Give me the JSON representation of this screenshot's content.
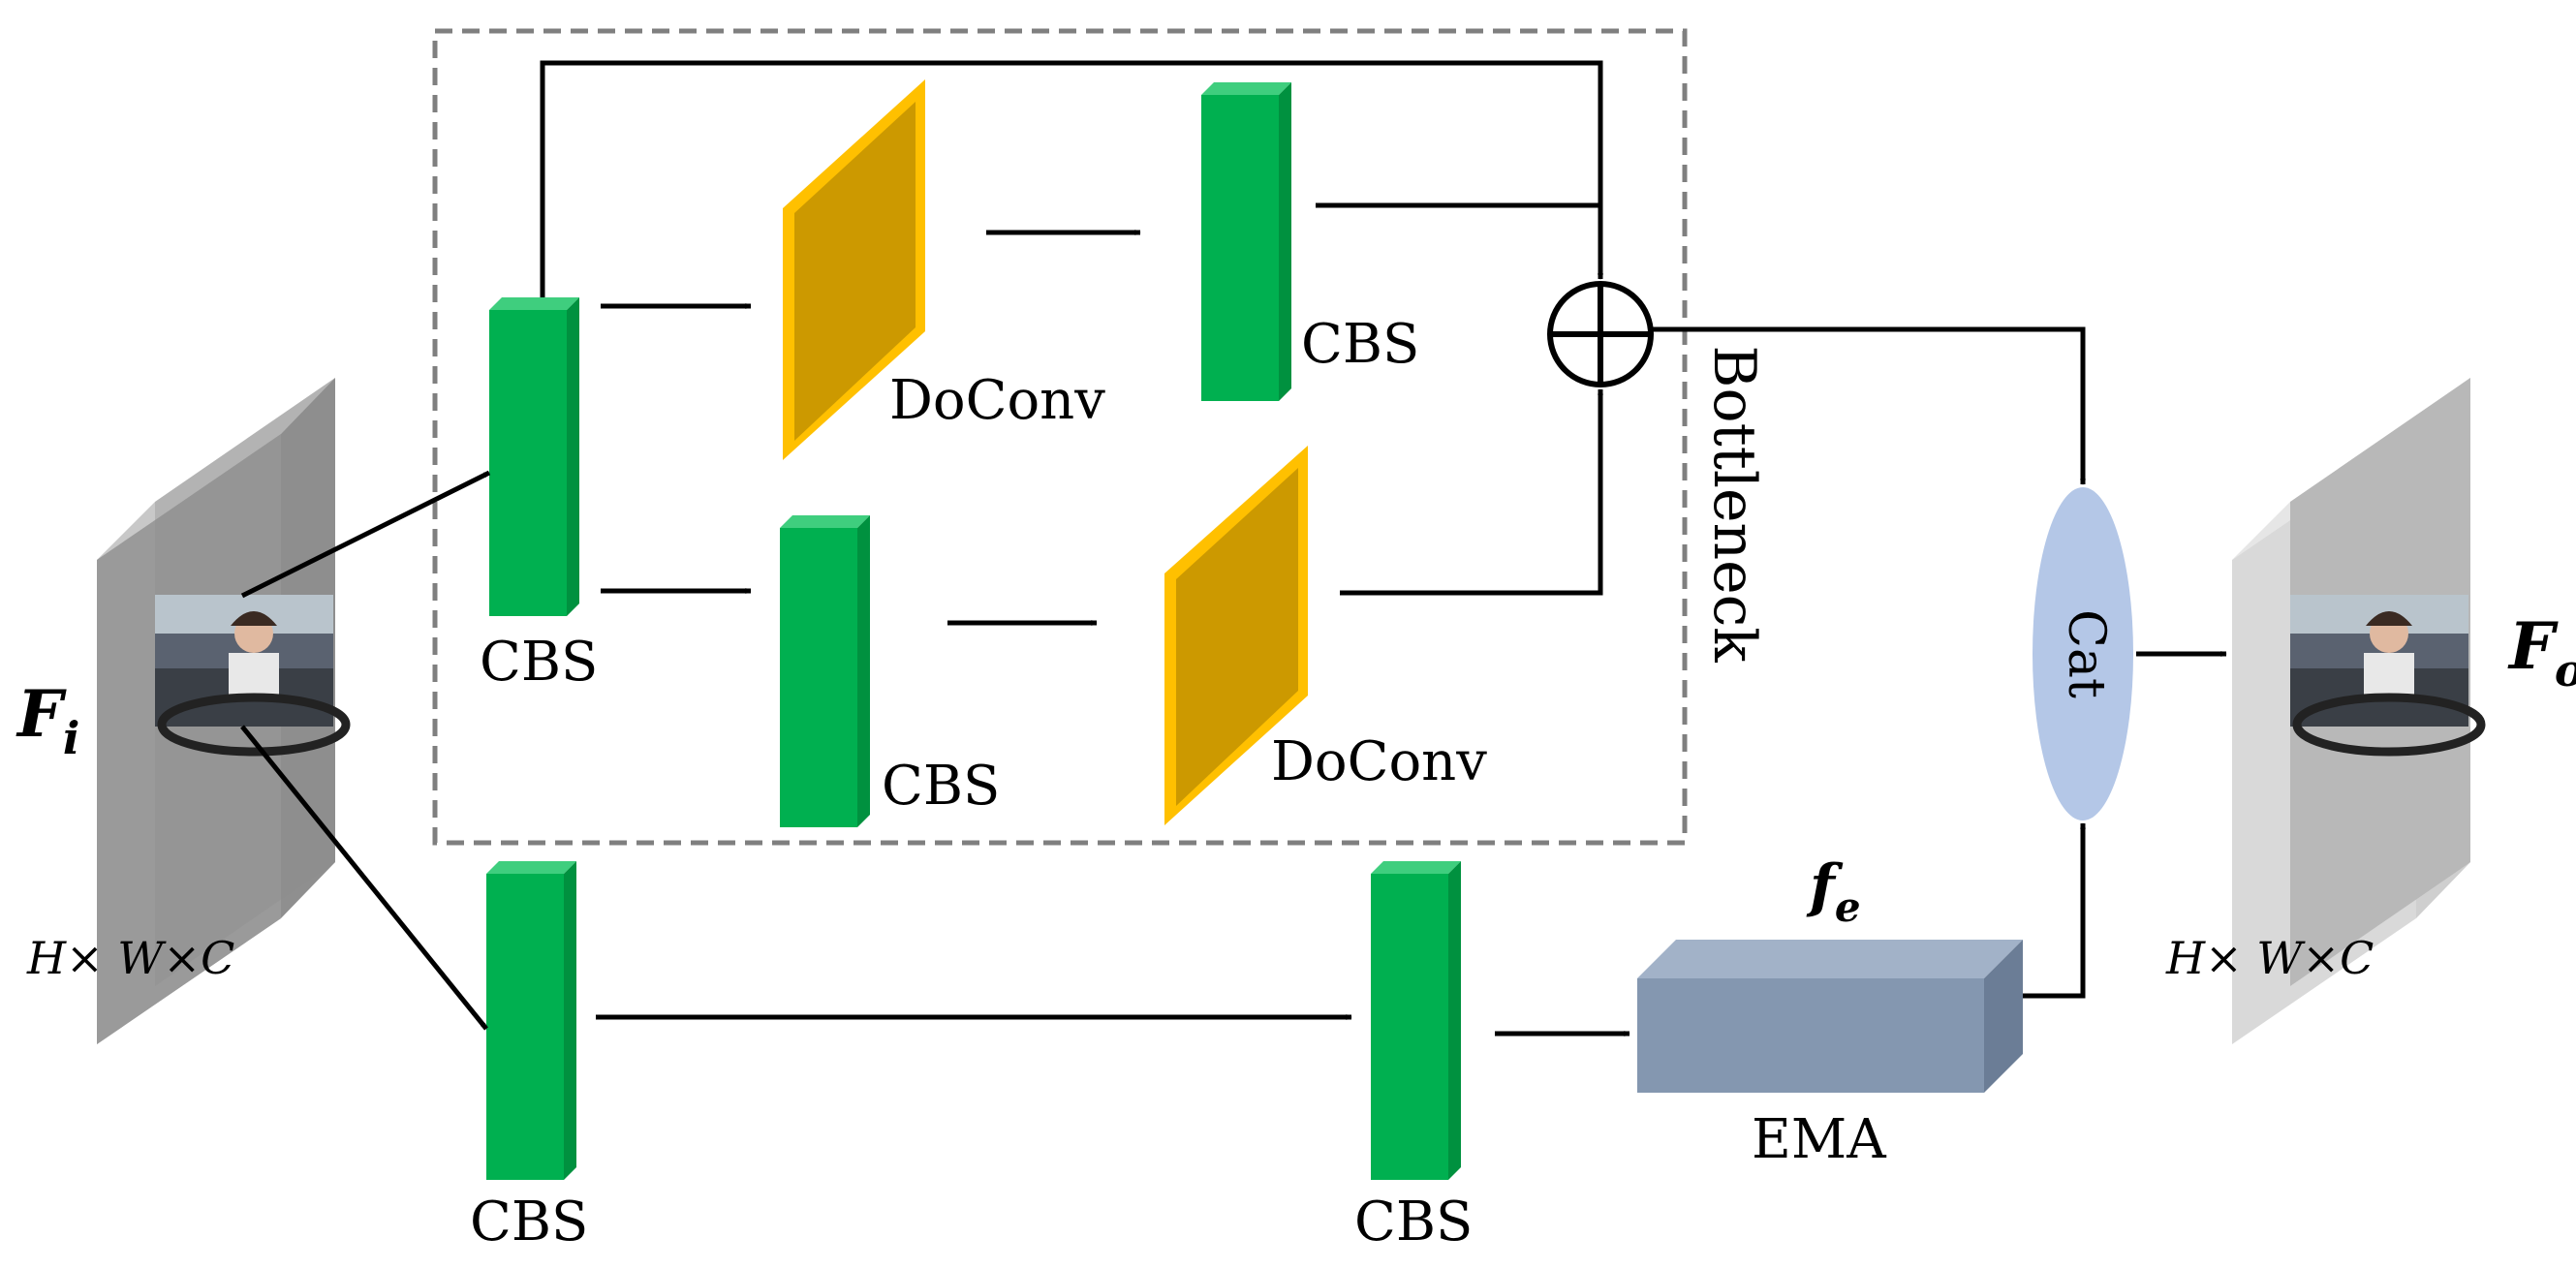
{
  "input": {
    "symbol": "F",
    "subscript": "i",
    "dims": "H× W×C"
  },
  "output": {
    "symbol": "F",
    "subscript": "o",
    "dims": "H× W×C"
  },
  "bottleneck": {
    "label": "Bottleneck"
  },
  "blocks": {
    "cbs_top": "CBS",
    "cbs_top_right": "CBS",
    "cbs_mid": "CBS",
    "cbs_bottom_left": "CBS",
    "cbs_bottom_right": "CBS",
    "doconv_top": "DoConv",
    "doconv_mid": "DoConv",
    "ema": "EMA",
    "ema_feature_symbol": "f",
    "ema_feature_subscript": "e",
    "cat": "Cat"
  },
  "colors": {
    "cbs_front": "#00b050",
    "cbs_side": "#00913f",
    "cbs_top": "#3fce7e",
    "doconv_face": "#cc9900",
    "doconv_edge": "#ffc000",
    "ema_front": "#8497b0",
    "ema_top": "#a2b2c8",
    "ema_side": "#6b7d96",
    "cat_fill": "#b4c7e7",
    "feature_front": "#a6a6a6",
    "feature_side": "#8f8f8f",
    "bottleneck_border": "#7f7f7f"
  }
}
